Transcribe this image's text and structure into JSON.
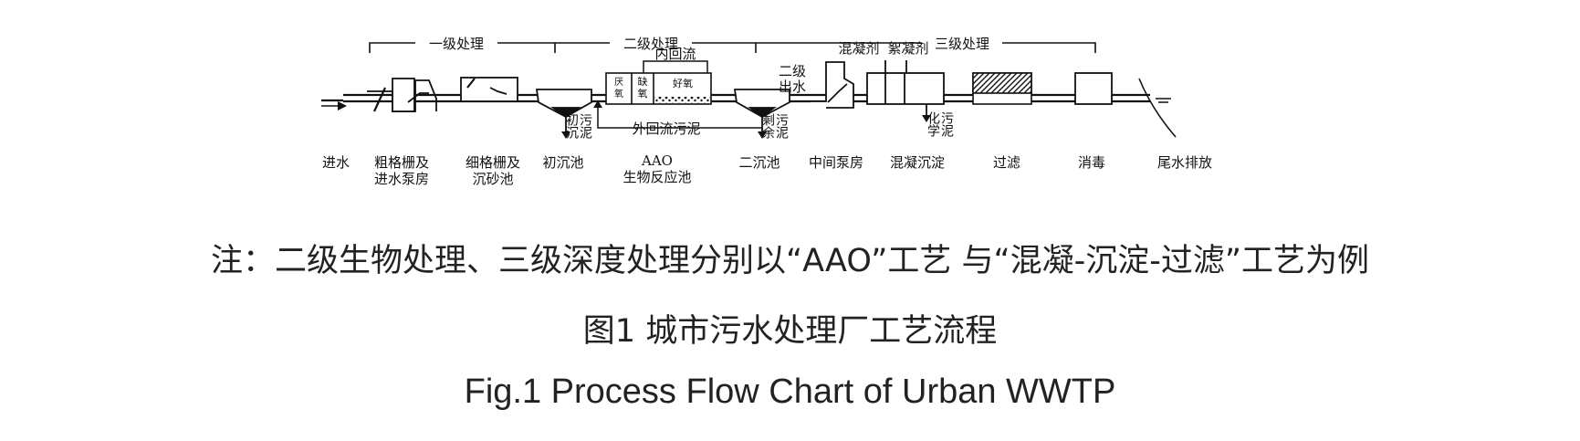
{
  "stages": {
    "primary": "一级处理",
    "secondary": "二级处理",
    "tertiary": "三级处理"
  },
  "labels": {
    "inflow": "进水",
    "coarse_screen_1": "粗格栅及",
    "coarse_screen_2": "进水泵房",
    "fine_screen_1": "细格栅及",
    "fine_screen_2": "沉砂池",
    "primary_clarifier": "初沉池",
    "aao_1": "AAO",
    "aao_2": "生物反应池",
    "secondary_clarifier": "二沉池",
    "intermediate_pump": "中间泵房",
    "coag_sed": "混凝沉淀",
    "filtration": "过滤",
    "disinfection": "消毒",
    "discharge": "尾水排放"
  },
  "annotations": {
    "internal_recycle": "内回流",
    "external_return_sludge": "外回流污泥",
    "primary_sludge_1": "初沉",
    "primary_sludge_2": "污泥",
    "excess_sludge_1": "剩余",
    "excess_sludge_2": "污泥",
    "secondary_effluent_1": "二级",
    "secondary_effluent_2": "出水",
    "coagulant": "混凝剂",
    "flocculant": "絮凝剂",
    "chemical_sludge_1": "化学",
    "chemical_sludge_2": "污泥",
    "anaerobic_1": "厌",
    "anaerobic_2": "氧",
    "anoxic_1": "缺",
    "anoxic_2": "氧",
    "aerobic": "好氧"
  },
  "note": "注：二级生物处理、三级深度处理分别以“AAO”工艺 与“混凝-沉淀-过滤”工艺为例",
  "caption_cn": "图1 城市污水处理厂工艺流程",
  "caption_en": "Fig.1 Process Flow Chart of Urban WWTP"
}
